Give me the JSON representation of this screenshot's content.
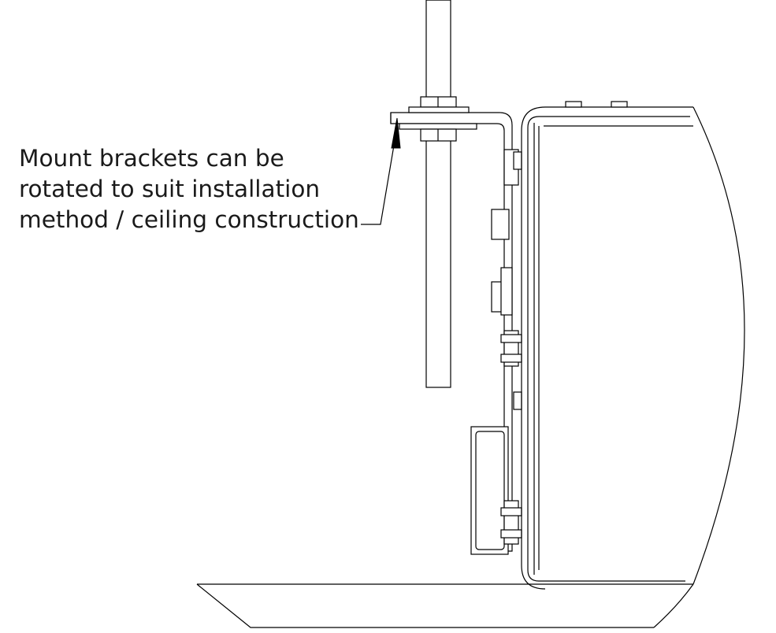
{
  "annotation": {
    "lines": [
      "Mount brackets can be",
      "rotated to suit installation",
      "method / ceiling construction"
    ]
  },
  "colors": {
    "line": "#000000",
    "background": "#ffffff",
    "text": "#1a1a1a"
  }
}
